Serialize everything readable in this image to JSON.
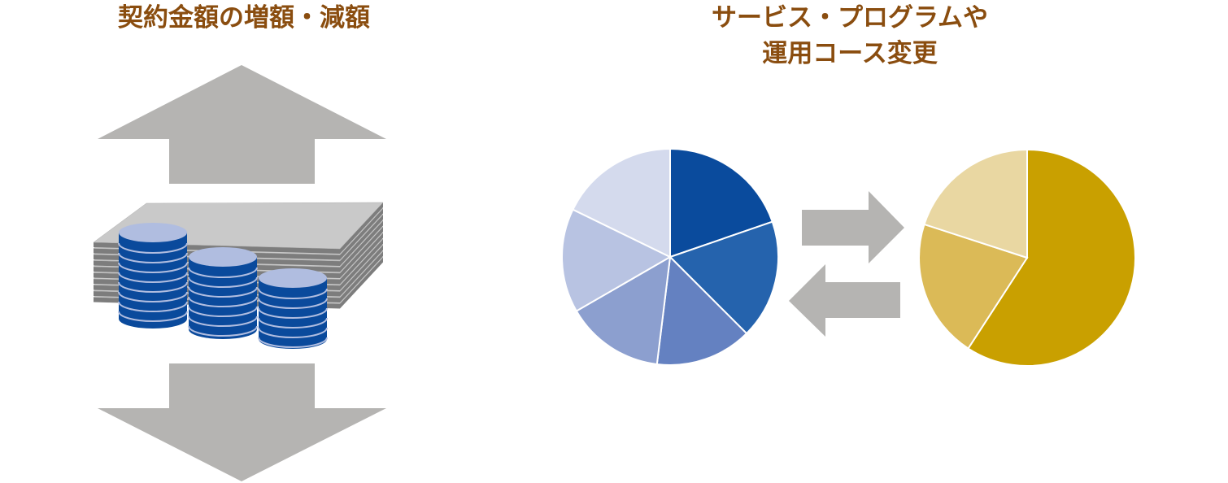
{
  "left_panel": {
    "title": "契約金額の増額・減額",
    "icons": [
      "arrow-up-icon",
      "paper-stack-icon",
      "coin-stack-icon",
      "arrow-down-icon"
    ]
  },
  "right_panel": {
    "title_line1": "サービス・プログラムや",
    "title_line2": "運用コース変更",
    "icons": [
      "pie-chart-blue-icon",
      "arrow-right-icon",
      "arrow-left-icon",
      "pie-chart-gold-icon"
    ]
  },
  "colors": {
    "title": "#8a4d0f",
    "arrow_gray": "#b5b4b2",
    "coin_blue": "#0a4a9c",
    "coin_top": "#b0bde0",
    "paper": "#c9c9c9",
    "blue_slices": [
      "#0a4b9d",
      "#2563ad",
      "#6481c1",
      "#8c9fcf",
      "#b8c3e2",
      "#d4daed"
    ],
    "gold_slices": [
      "#c9a000",
      "#dbba57",
      "#e9d7a2"
    ]
  }
}
